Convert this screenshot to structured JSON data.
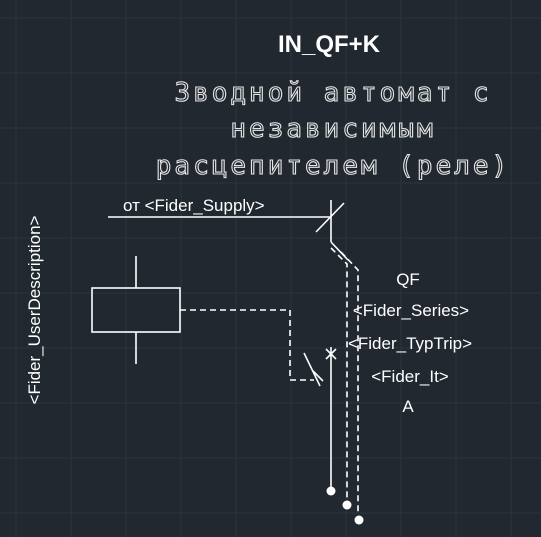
{
  "diagram": {
    "title": "IN_QF+K",
    "description_lines": [
      "Зводной автомат с",
      "независимым",
      "расцепителем (реле)"
    ],
    "supply_label": "от <Fider_Supply>",
    "device_labels": {
      "designation": "QF",
      "series": "<Fider_Series>",
      "trip_type": "<Fider_TypTrip>",
      "current": "<Fider_It>",
      "unit": "A"
    },
    "user_description": "<Fider_UserDescription>"
  },
  "colors": {
    "background": "#212830",
    "grid": "#2b333c",
    "line": "#ffffff"
  }
}
